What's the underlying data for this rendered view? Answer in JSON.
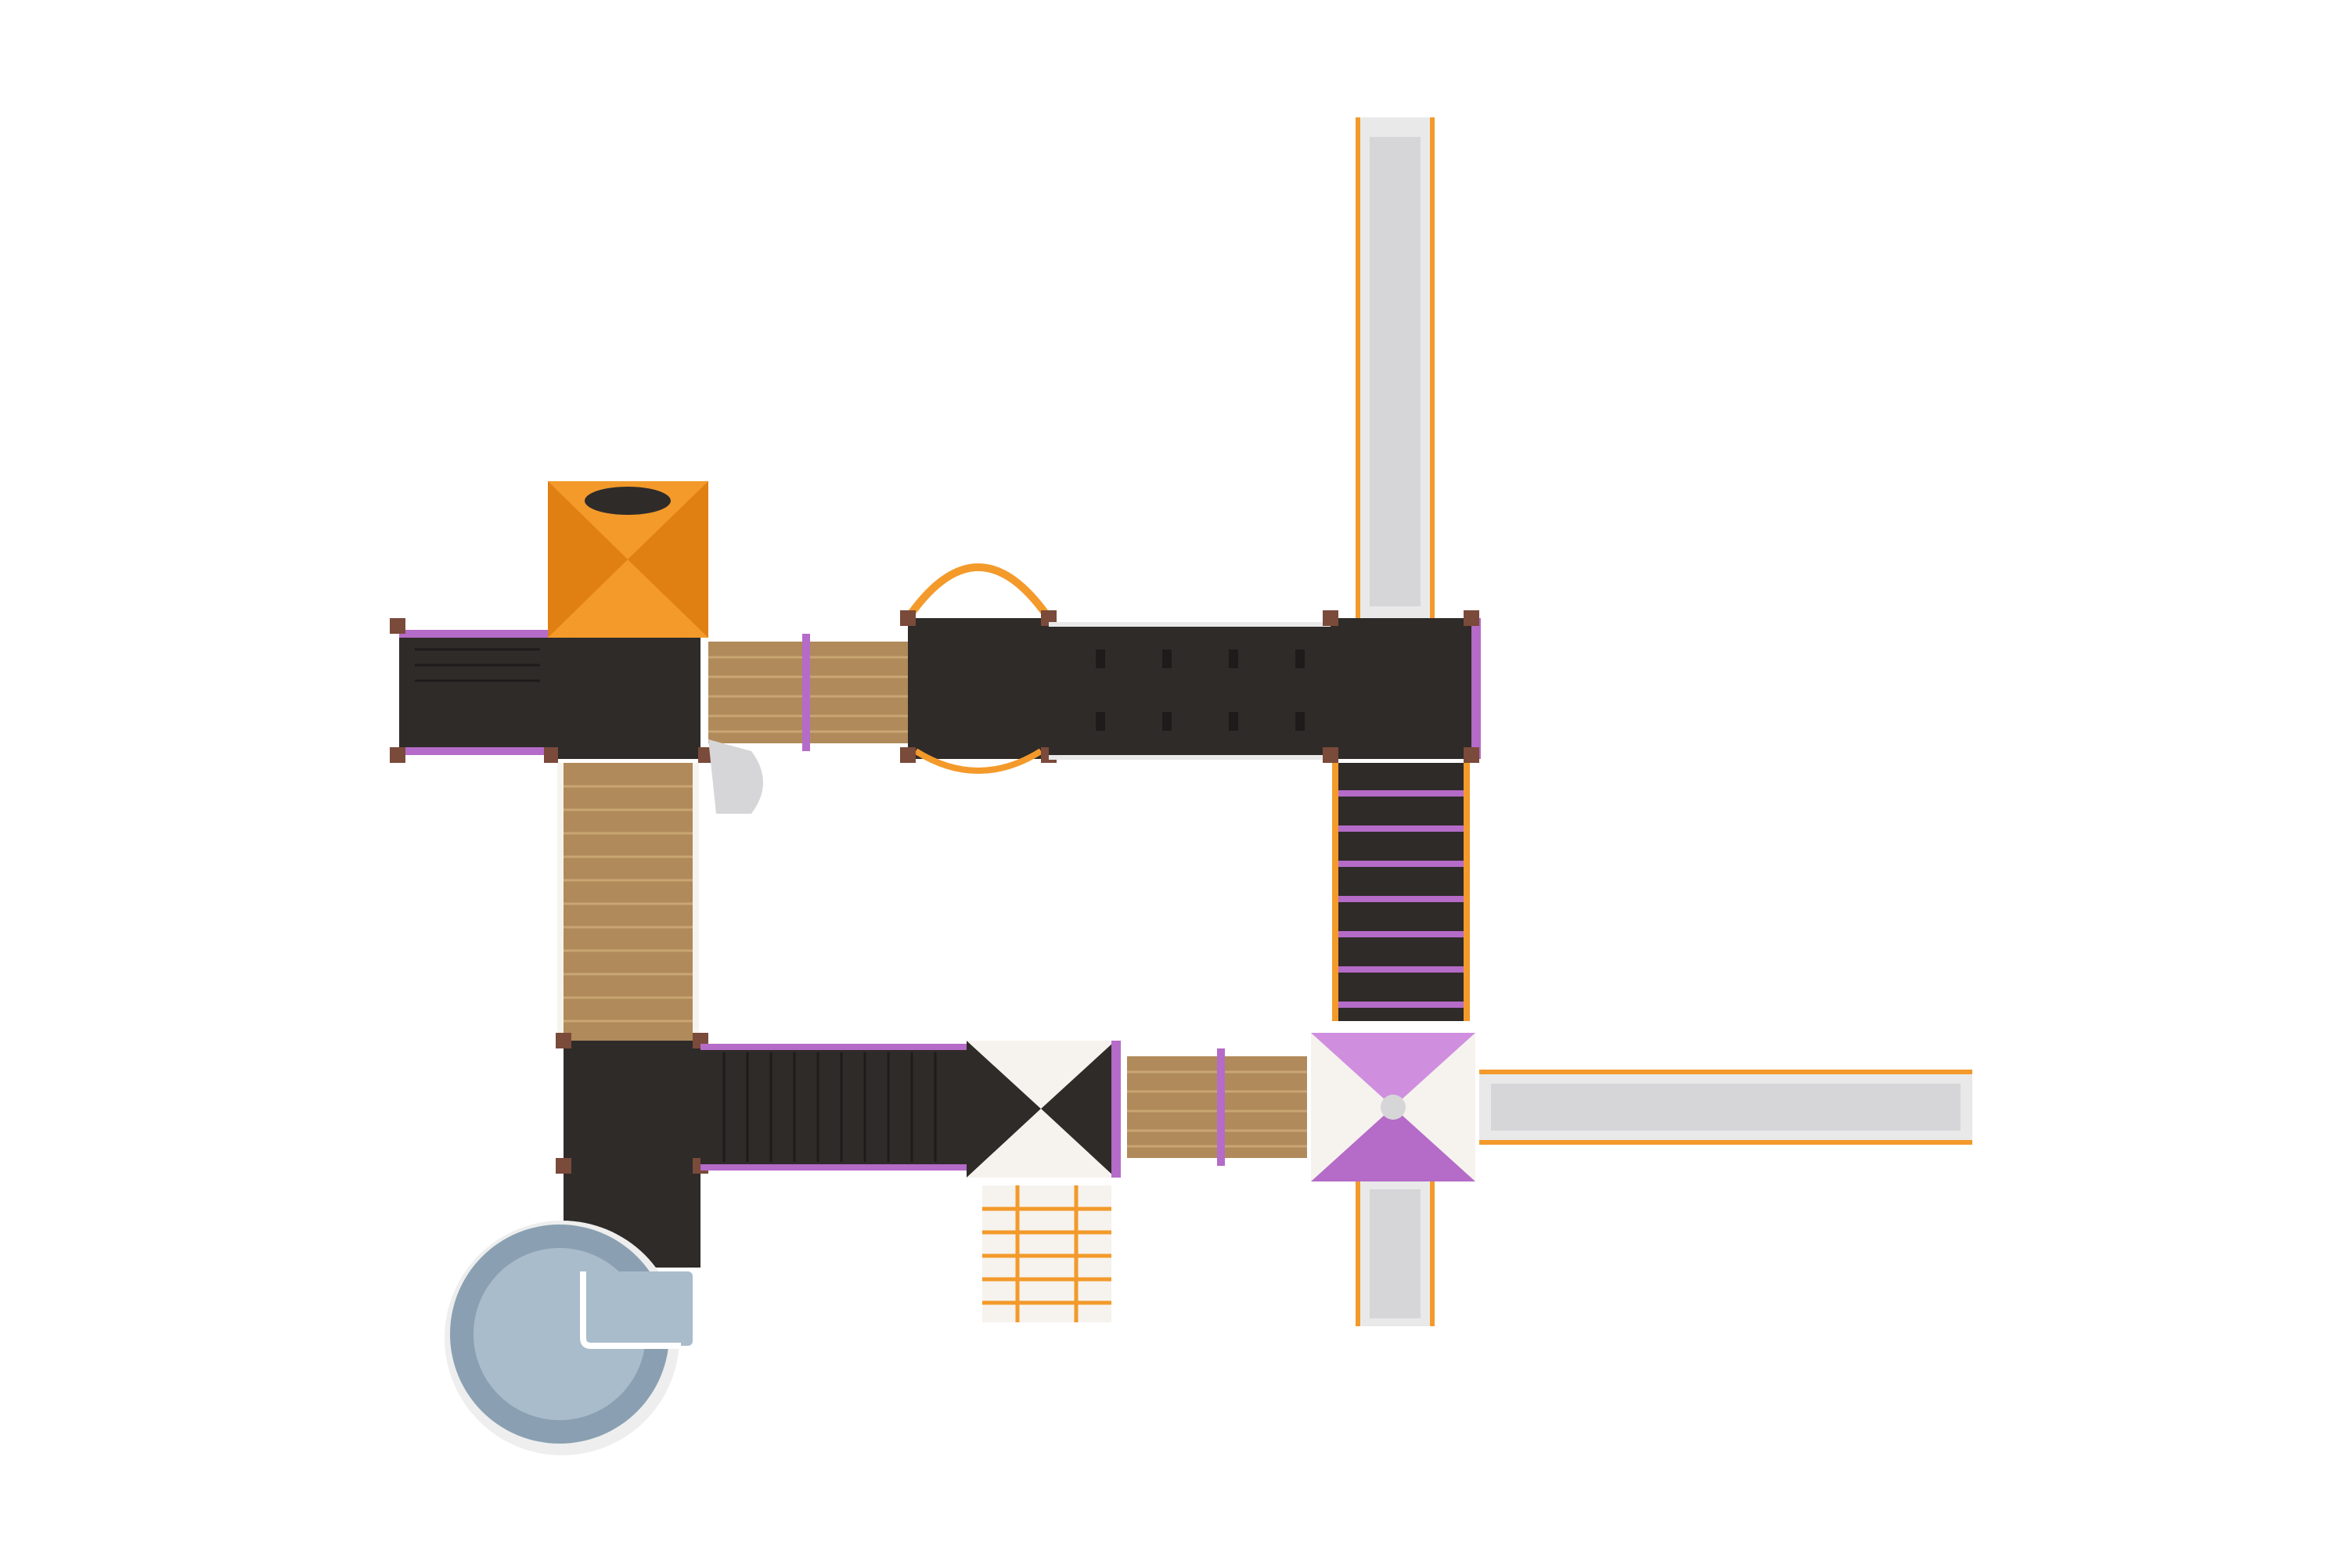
{
  "colors": {
    "background": "#ffffff",
    "deck": "#2f2b29",
    "deck_edge": "#1e1b1a",
    "wood": "#b08a5a",
    "wood_light": "#c9a574",
    "orange": "#f39a2b",
    "orange_dark": "#e07f12",
    "purple": "#b56bc8",
    "purple_light": "#cf8fde",
    "post": "#7a4a3a",
    "slide": "#e9e9ea",
    "slide_shade": "#d6d6d8",
    "spiral": "#a9bccb",
    "spiral_dark": "#8aa0b2",
    "white_panel": "#f6f3ee",
    "shadow": "#eeeeee"
  },
  "components": [
    "orange-roof-tower",
    "purple-roof-tower",
    "arched-tower",
    "corner-tower",
    "spiral-slide",
    "straight-slide-north",
    "straight-slide-east",
    "straight-slide-south",
    "wooden-bridge",
    "climbing-net",
    "stairs"
  ]
}
